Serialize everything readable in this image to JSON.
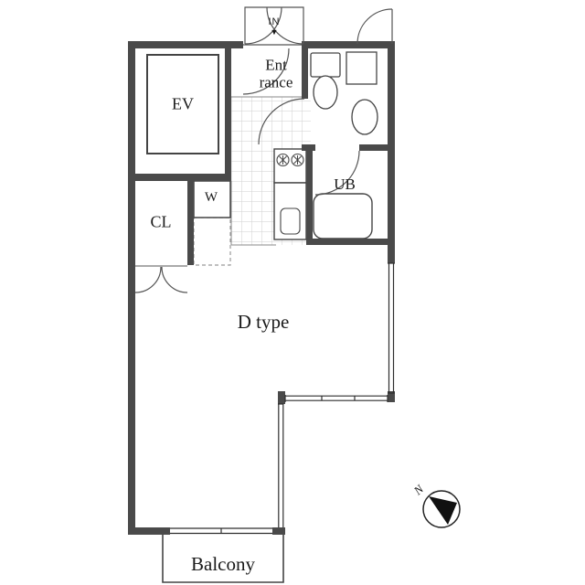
{
  "floorplan": {
    "entry_marker": {
      "label": "IN",
      "arrow": "▼"
    },
    "rooms": {
      "entrance": "Ent rance",
      "elevator": "EV",
      "closet": "CL",
      "washer": "W",
      "unit_bath": "UB",
      "main_room": "D type",
      "balcony": "Balcony"
    },
    "compass": {
      "north": "N"
    },
    "colors": {
      "wall": "#4a4a4a",
      "line": "#444444",
      "tile_line": "#cfcfcf",
      "background": "#ffffff"
    }
  }
}
